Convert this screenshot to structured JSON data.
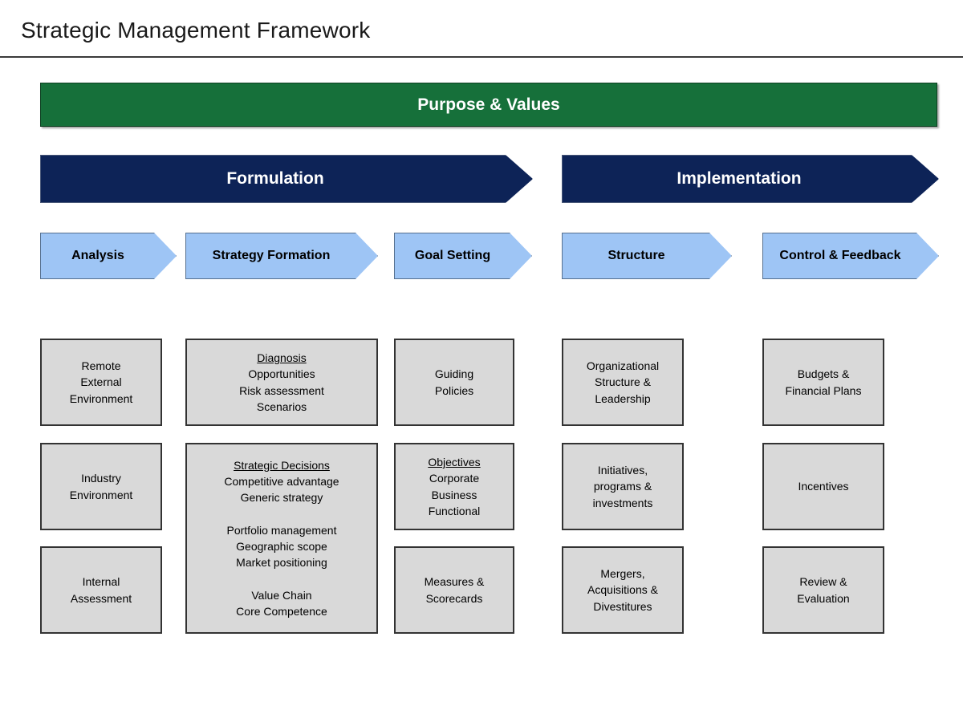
{
  "slide": {
    "title": "Strategic Management Framework"
  },
  "banner": {
    "label": "Purpose & Values",
    "color": "#16703a"
  },
  "phases": [
    {
      "id": "formulation",
      "label": "Formulation",
      "color": "#0d2357"
    },
    {
      "id": "implementation",
      "label": "Implementation",
      "color": "#0d2357"
    }
  ],
  "steps": [
    {
      "id": "analysis",
      "label": "Analysis",
      "color": "#9ec5f5"
    },
    {
      "id": "strategy-formation",
      "label": "Strategy Formation",
      "color": "#9ec5f5"
    },
    {
      "id": "goal-setting",
      "label": "Goal\nSetting",
      "color": "#9ec5f5"
    },
    {
      "id": "structure",
      "label": "Structure",
      "color": "#9ec5f5"
    },
    {
      "id": "control-feedback",
      "label": "Control &\nFeedback",
      "color": "#9ec5f5"
    }
  ],
  "columns": [
    {
      "id": "analysis",
      "boxes": [
        {
          "id": "remote-external-environment",
          "heading": "",
          "text": "Remote\nExternal\nEnvironment"
        },
        {
          "id": "industry-environment",
          "heading": "",
          "text": "Industry\nEnvironment"
        },
        {
          "id": "internal-assessment",
          "heading": "",
          "text": "Internal\nAssessment"
        }
      ]
    },
    {
      "id": "strategy-formation",
      "boxes": [
        {
          "id": "diagnosis",
          "heading": "Diagnosis",
          "text": "Opportunities\nRisk assessment\nScenarios"
        },
        {
          "id": "strategic-decisions",
          "heading": "Strategic Decisions",
          "text": "Competitive advantage\nGeneric strategy\n\nPortfolio management\nGeographic scope\nMarket positioning\n\nValue Chain\nCore Competence"
        }
      ]
    },
    {
      "id": "goal-setting",
      "boxes": [
        {
          "id": "guiding-policies",
          "heading": "",
          "text": "Guiding\nPolicies"
        },
        {
          "id": "objectives",
          "heading": "Objectives",
          "text": "Corporate\nBusiness\nFunctional"
        },
        {
          "id": "measures-scorecards",
          "heading": "",
          "text": "Measures &\nScorecards"
        }
      ]
    },
    {
      "id": "structure",
      "boxes": [
        {
          "id": "organizational-structure-leadership",
          "heading": "",
          "text": "Organizational\nStructure &\nLeadership"
        },
        {
          "id": "initiatives-programs-investments",
          "heading": "",
          "text": "Initiatives,\nprograms &\ninvestments"
        },
        {
          "id": "mergers-acquisitions-divestitures",
          "heading": "",
          "text": "Mergers,\nAcquisitions &\nDivestitures"
        }
      ]
    },
    {
      "id": "control-feedback",
      "boxes": [
        {
          "id": "budgets-financial-plans",
          "heading": "",
          "text": "Budgets &\nFinancial Plans"
        },
        {
          "id": "incentives",
          "heading": "",
          "text": "Incentives"
        },
        {
          "id": "review-evaluation",
          "heading": "",
          "text": "Review &\nEvaluation"
        }
      ]
    }
  ]
}
